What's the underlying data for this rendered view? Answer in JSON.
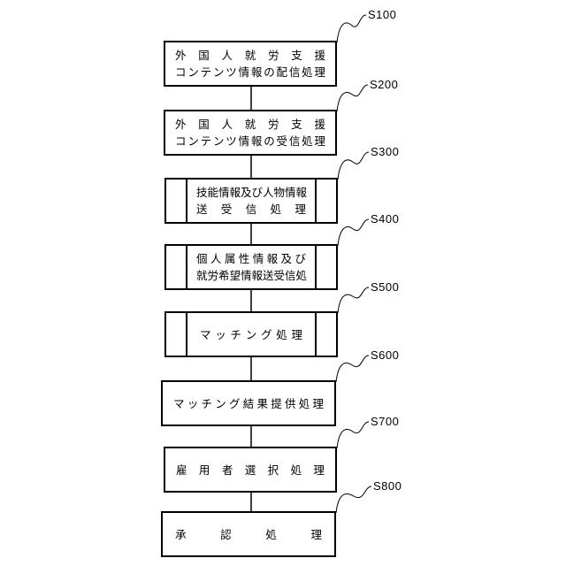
{
  "steps": [
    {
      "id": "S100",
      "lines": [
        "外 国 人 就 労 支 援",
        "コンテンツ情報の配信処理"
      ],
      "style": "plain"
    },
    {
      "id": "S200",
      "lines": [
        "外 国 人 就 労 支 援",
        "コンテンツ情報の受信処理"
      ],
      "style": "plain"
    },
    {
      "id": "S300",
      "lines": [
        "技能情報及び人物情報",
        "送 受 信 処 理"
      ],
      "style": "sub"
    },
    {
      "id": "S400",
      "lines": [
        "個人属性情報及び",
        "就労希望情報送受信処"
      ],
      "style": "sub"
    },
    {
      "id": "S500",
      "lines": [
        "マッチング処理"
      ],
      "style": "sub"
    },
    {
      "id": "S600",
      "lines": [
        "マッチング結果提供処理"
      ],
      "style": "plain"
    },
    {
      "id": "S700",
      "lines": [
        "雇用者選択処理"
      ],
      "style": "plain"
    },
    {
      "id": "S800",
      "lines": [
        "承 認 処 理"
      ],
      "style": "plain"
    }
  ]
}
